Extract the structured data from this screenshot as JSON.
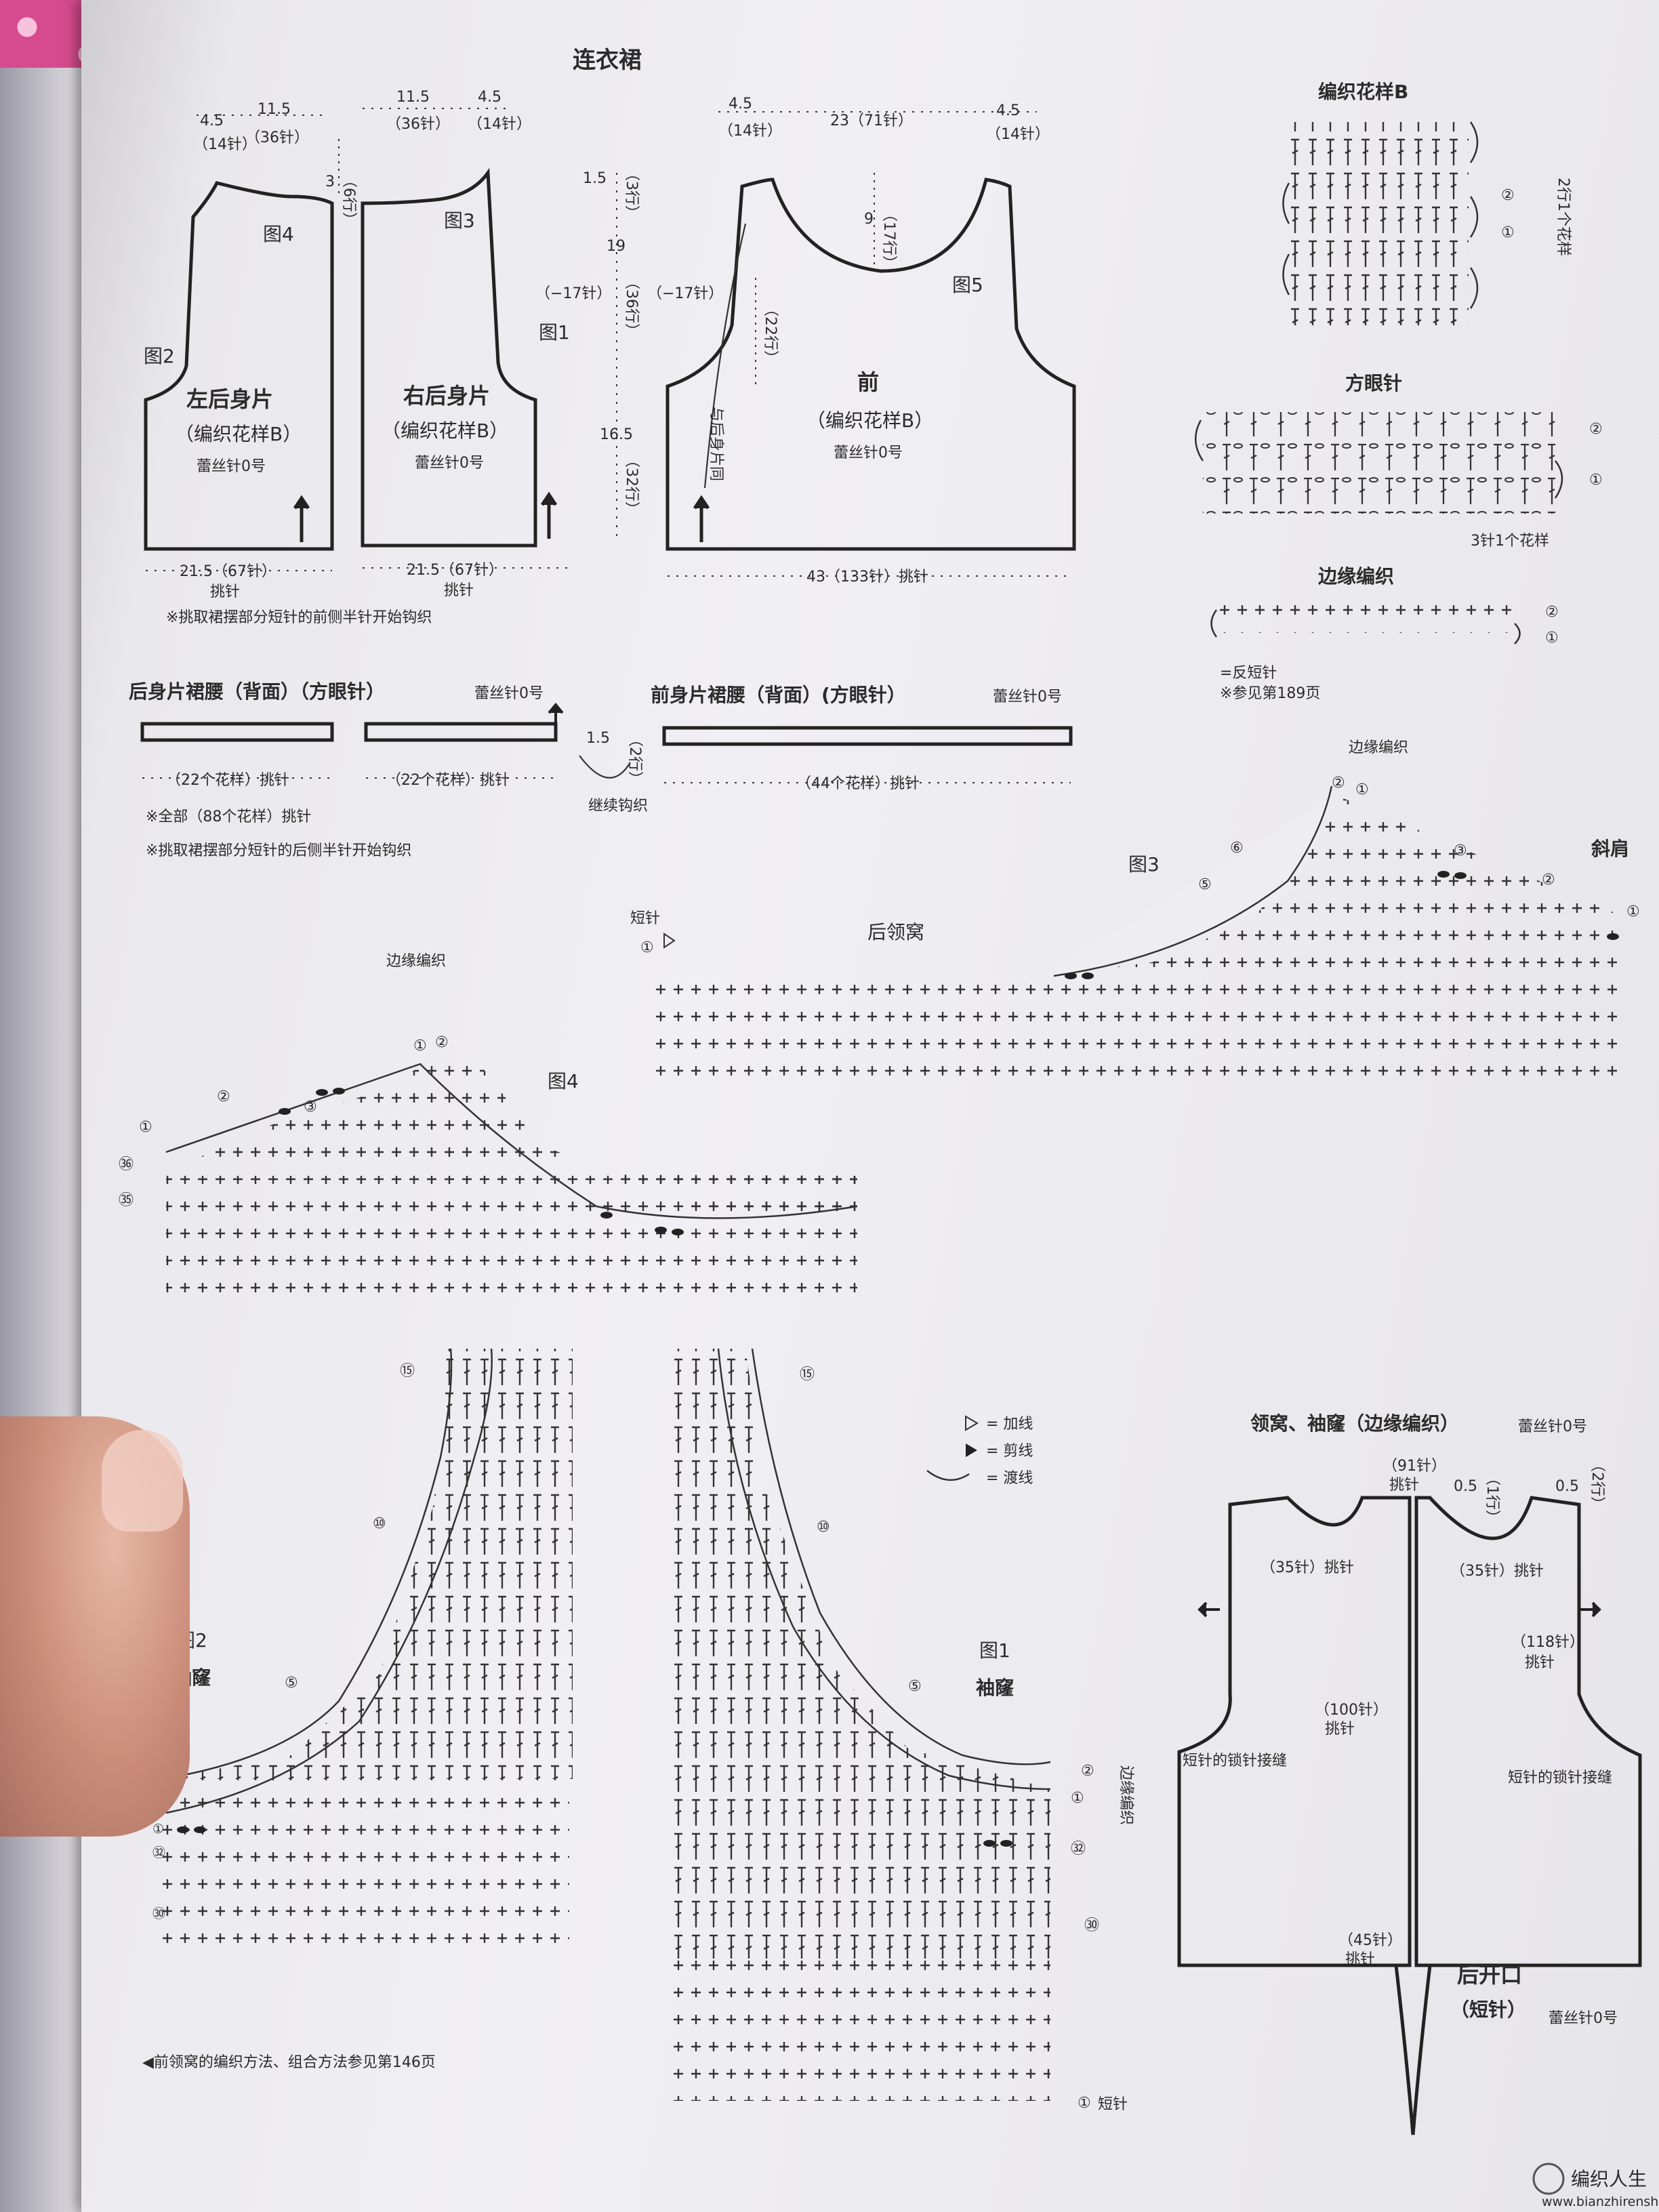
{
  "main_title": "连衣裙",
  "pieces": {
    "left_back": {
      "title": "左后身片",
      "pattern": "（编织花样B）",
      "hook": "蕾丝针0号",
      "fig": "图4",
      "fig_side": "图2"
    },
    "right_back": {
      "title": "右后身片",
      "pattern": "（编织花样B）",
      "hook": "蕾丝针0号",
      "fig": "图3",
      "fig_side": "图1"
    },
    "front": {
      "title": "前",
      "pattern": "（编织花样B）",
      "hook": "蕾丝针0号",
      "fig": "图5",
      "direction": "与后身片同"
    }
  },
  "dimensions": {
    "top_left": [
      "4.5",
      "（14针）",
      "11.5",
      "（36针）"
    ],
    "top_mid": [
      "11.5",
      "（36针）",
      "4.5",
      "（14针）"
    ],
    "top_front": [
      "4.5",
      "（14针）",
      "23（71针）",
      "4.5",
      "（14针）"
    ],
    "neck_drop": [
      "3",
      "（6行）"
    ],
    "vertical": [
      "1.5",
      "（3行）",
      "19",
      "（36行）",
      "（−17针）",
      "（−17针）",
      "16.5",
      "（32行）"
    ],
    "front_neck": [
      "9",
      "（17行）"
    ],
    "front_arm": [
      "（22行）"
    ],
    "bottom_left": [
      "21.5（67针）",
      "挑针"
    ],
    "bottom_mid": [
      "21.5（67针）",
      "挑针"
    ],
    "bottom_front": "43（133针）挑针",
    "note1": "※挑取裙摆部分短针的前侧半针开始钩织"
  },
  "waist": {
    "back_title": "后身片裙腰（背面）（方眼针）",
    "back_hook": "蕾丝针0号",
    "front_title": "前身片裙腰（背面）(方眼针）",
    "front_hook": "蕾丝针0号",
    "back_count1": "（22个花样）挑针",
    "back_count2": "（22个花样）挑针",
    "front_count": "（44个花样）挑针",
    "height": [
      "1.5",
      "（2行）"
    ],
    "continue": "继续钩织",
    "note2": "※全部（88个花样）挑针",
    "note3": "※挑取裙摆部分短针的后侧半针开始钩织"
  },
  "patterns": {
    "b_title": "编织花样B",
    "b_repeat": "2行1个花样",
    "grid_title": "方眼针",
    "grid_repeat": "3针1个花样",
    "edge_title": "边缘编织",
    "reverse": "=反短针",
    "see": "※参见第189页"
  },
  "charts": {
    "fig3": "图3",
    "slant": "斜肩",
    "back_neck": "后领窝",
    "short_st": "短针",
    "edge": "边缘编织",
    "fig4": "图4",
    "fig2": "图2",
    "armhole": "袖窿",
    "fig1": "图1",
    "legend_inc": "= 加线",
    "legend_cut": "= 剪线",
    "legend_cross": "= 渡线"
  },
  "assembly": {
    "title": "领窝、袖窿（边缘编织）",
    "hook": "蕾丝针0号",
    "n91": "（91针）",
    "pick": "挑针",
    "w05": "0.5",
    "r1": "（1行）",
    "r2": "（2行）",
    "n35": "（35针）挑针",
    "n118": "（118针）",
    "n100": "（100针）",
    "n45": "（45针）",
    "seam": "短针的锁针接缝",
    "opening": "后开口",
    "opening_type": "（短针）",
    "opening_hook": "蕾丝针0号"
  },
  "footer": "◀前领窝的编织方法、组合方法参见第146页",
  "watermark": "编织人生",
  "watermark_url": "www.bianzhirensheng.com",
  "row_marks": {
    "r1": "①",
    "r2": "②",
    "r3": "③",
    "r5": "⑤",
    "r6": "⑥",
    "r10": "⑩",
    "r15": "⑮",
    "r30": "㉚",
    "r32": "㉜",
    "r35": "㉟",
    "r36": "㊱"
  }
}
